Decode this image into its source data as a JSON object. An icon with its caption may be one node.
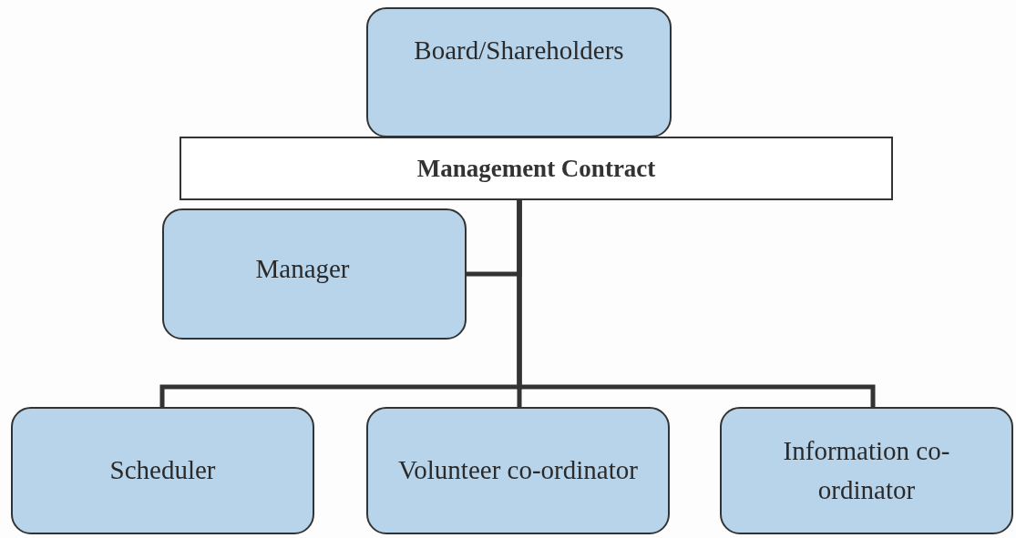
{
  "diagram": {
    "nodes": [
      {
        "text": [
          "Board/Shareholders"
        ]
      },
      {
        "text": [
          "Management Contract"
        ]
      },
      {
        "text": [
          "Manager"
        ]
      },
      {
        "text": [
          "Scheduler"
        ]
      },
      {
        "text": [
          "Volunteer co-ordinator"
        ]
      },
      {
        "text": [
          "Information co-ordinator"
        ]
      }
    ],
    "edges": [
      {
        "from": 1,
        "to": 2,
        "arrow": "none"
      },
      {
        "from": 1,
        "to": 3,
        "arrow": "none"
      },
      {
        "from": 1,
        "to": 4,
        "arrow": "none"
      },
      {
        "from": 1,
        "to": 5,
        "arrow": "none"
      }
    ]
  }
}
